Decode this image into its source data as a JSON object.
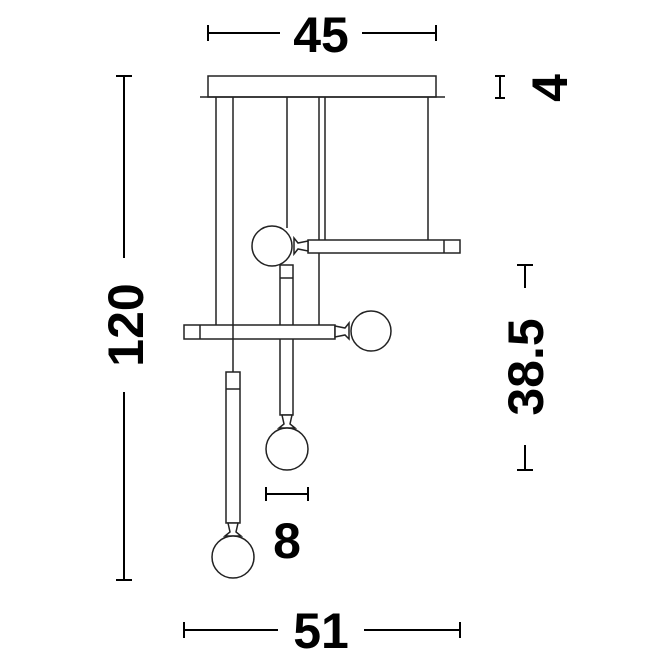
{
  "dimensions": {
    "top_width": "45",
    "canopy_height": "4",
    "total_height": "120",
    "tier_spacing": "38.5",
    "globe_diameter": "8",
    "total_width": "51"
  }
}
